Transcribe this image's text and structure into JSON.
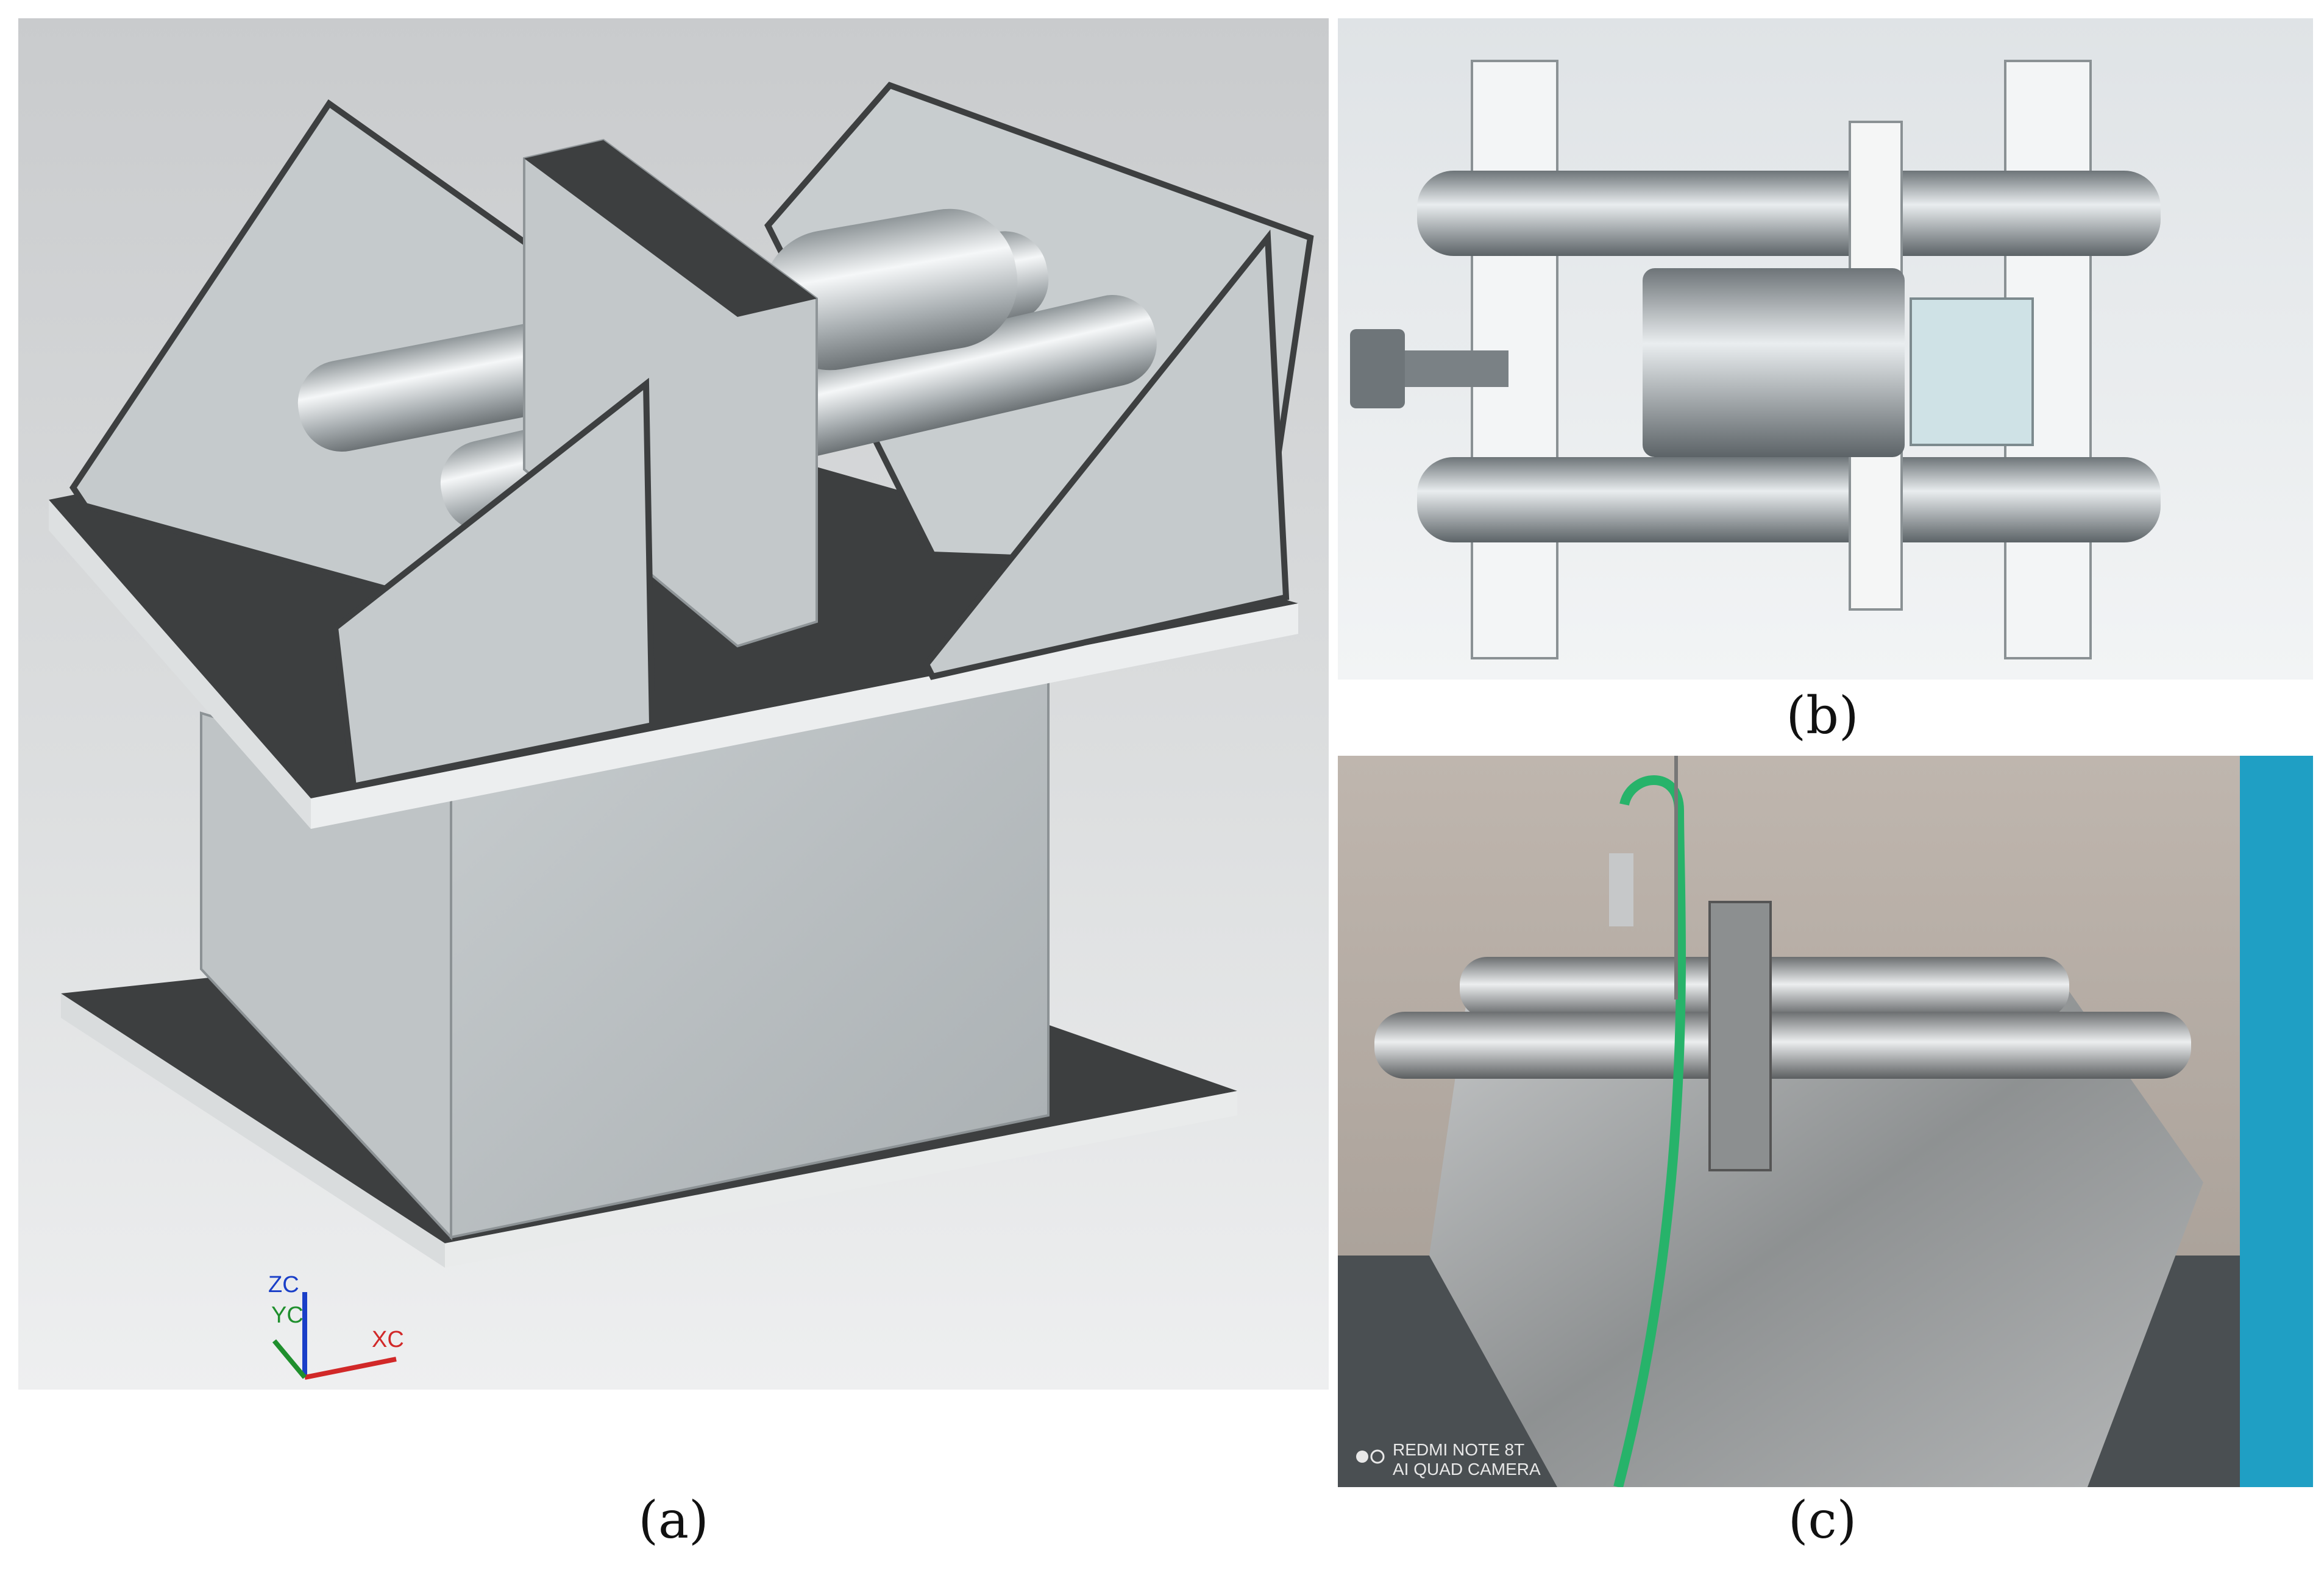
{
  "captions": {
    "a": "(a)",
    "b": "(b)",
    "c": "(c)"
  },
  "panel_a": {
    "axis_labels": {
      "x": "XC",
      "y": "YC",
      "z": "ZC"
    },
    "colors": {
      "steel": "#b9bec1",
      "dark_face": "#3d3f40",
      "edge": "#f4f5f5"
    }
  },
  "panel_c": {
    "watermark_line1": "REDMI NOTE 8T",
    "watermark_line2": "AI QUAD CAMERA",
    "colors": {
      "cable": "#27b36a",
      "metal": "#aeb0b1"
    }
  }
}
